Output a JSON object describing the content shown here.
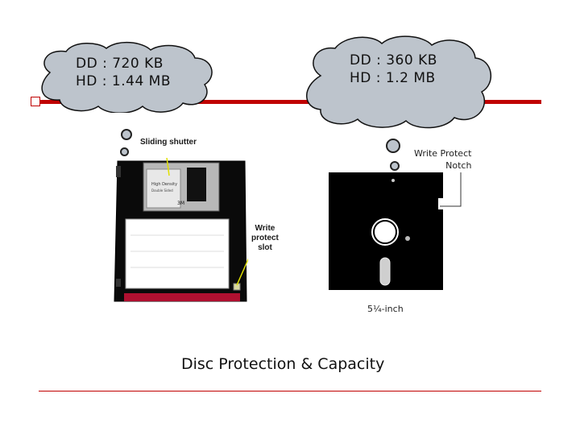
{
  "slide_title": "Disc Protection & Capacity",
  "cloud_left": {
    "line1": "DD : 720 KB",
    "line2": "HD : 1.44 MB"
  },
  "cloud_right": {
    "line1": "DD : 360 KB",
    "line2": "HD : 1.2 MB"
  },
  "floppy_35": {
    "sliding_shutter_label": "Sliding shutter",
    "write_protect_slot_label": [
      "Write",
      "protect",
      "slot"
    ]
  },
  "floppy_525": {
    "write_protect_notch_label": [
      "Write Protect",
      "Notch"
    ],
    "size_label": "5¼-inch"
  },
  "colors": {
    "accent": "#c00000",
    "cloud_fill": "#bdc4cc",
    "disk_body": "#000000"
  }
}
